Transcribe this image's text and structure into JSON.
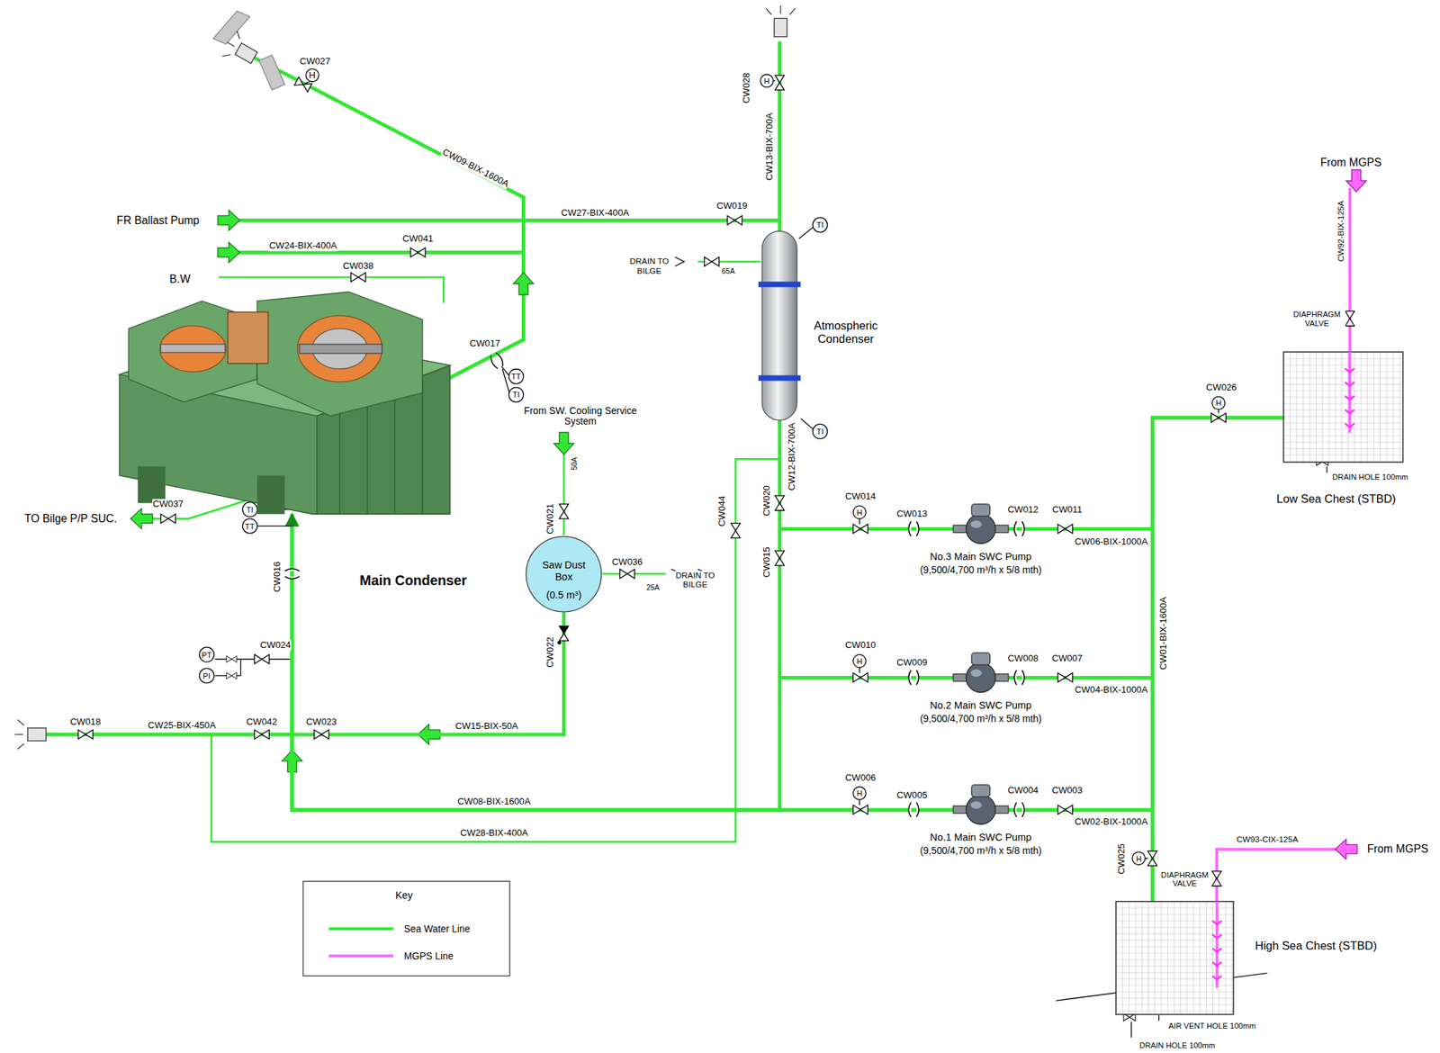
{
  "diagram": {
    "nodes": [
      {
        "text": [
          "Main Condenser"
        ]
      },
      {
        "text": [
          "Atmospheric Condenser"
        ]
      },
      {
        "text": [
          "Saw Dust Box",
          "(0.5 m³)"
        ]
      },
      {
        "text": [
          "No.3 Main SWC Pump",
          "(9,500/4,700 m³/h x 5/8 mth)"
        ]
      },
      {
        "text": [
          "No.2 Main SWC Pump",
          "(9,500/4,700 m³/h x 5/8 mth)"
        ]
      },
      {
        "text": [
          "No.1 Main SWC Pump",
          "(9,500/4,700 m³/h x 5/8 mth)"
        ]
      },
      {
        "text": [
          "Low Sea Chest (STBD)"
        ]
      },
      {
        "text": [
          "High Sea Chest (STBD)"
        ]
      }
    ],
    "edges": [
      {
        "from": 6,
        "to": 3,
        "arrow": "none"
      },
      {
        "from": 6,
        "to": 4,
        "arrow": "none"
      },
      {
        "from": 6,
        "to": 5,
        "arrow": "none"
      },
      {
        "from": 7,
        "to": 3,
        "arrow": "none"
      },
      {
        "from": 7,
        "to": 4,
        "arrow": "none"
      },
      {
        "from": 7,
        "to": 5,
        "arrow": "none"
      },
      {
        "from": 3,
        "to": 0,
        "arrow": "to"
      },
      {
        "from": 4,
        "to": 0,
        "arrow": "to"
      },
      {
        "from": 5,
        "to": 0,
        "arrow": "to"
      },
      {
        "from": 3,
        "to": 1,
        "arrow": "none"
      },
      {
        "from": 4,
        "to": 1,
        "arrow": "none"
      },
      {
        "from": 5,
        "to": 1,
        "arrow": "none"
      },
      {
        "from": 2,
        "to": 0,
        "arrow": "to"
      }
    ],
    "labels": [
      "CW027",
      "H",
      "CW09-BIX-1600A",
      "FR Ballast Pump",
      "CW27-BIX-400A",
      "CW019",
      "CW24-BIX-400A",
      "CW041",
      "B.W",
      "CW038",
      "CW017",
      "TT",
      "TI",
      "TO Bilge P/P SUC.",
      "CW037",
      "TI",
      "TT",
      "CW016",
      "CW024",
      "PT",
      "PI",
      "CW018",
      "CW25-BIX-450A",
      "CW042",
      "CW023",
      "CW15-BIX-50A",
      "CW08-BIX-1600A",
      "CW28-BIX-400A",
      "From SW. Cooling Service System",
      "50A",
      "CW021",
      "CW036",
      "DRAIN TO BILGE",
      "25A",
      "CW022",
      "CW028",
      "H",
      "CW13-BIX-700A",
      "TI",
      "DRAIN TO BILGE",
      "65A",
      "TI",
      "CW12-BIX-700A",
      "CW044",
      "CW020",
      "CW015",
      "CW014",
      "H",
      "CW013",
      "CW012",
      "CW011",
      "CW06-BIX-1000A",
      "CW010",
      "H",
      "CW009",
      "CW008",
      "CW007",
      "CW04-BIX-1000A",
      "CW006",
      "H",
      "CW005",
      "CW004",
      "CW003",
      "CW02-BIX-1000A",
      "CW01-BIX-1600A",
      "CW026",
      "H",
      "From MGPS",
      "CW92-BIX-125A",
      "DIAPHRAGM VALVE",
      "DRAIN HOLE 100mm",
      "CW025",
      "H",
      "CW93-CIX-125A",
      "From MGPS",
      "DIAPHRAGM VALVE",
      "AIR VENT HOLE 100mm",
      "DRAIN HOLE 100mm",
      "Key"
    ],
    "legend": [
      {
        "text": "Sea Water Line",
        "color": "#33e633"
      },
      {
        "text": "MGPS Line",
        "color": "#ff66ff"
      }
    ]
  }
}
